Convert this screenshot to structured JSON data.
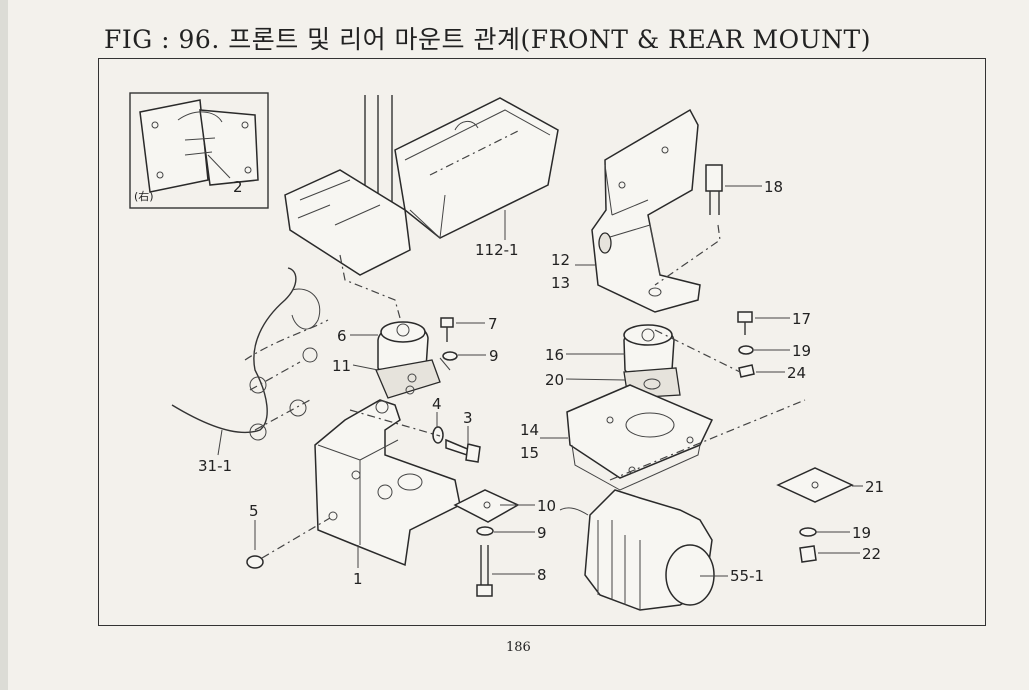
{
  "title": "FIG : 96. 프론트 및 리어 마운트 관계(FRONT & REAR MOUNT)",
  "page_number": "186",
  "inset_label": "(右)",
  "callouts": [
    "2",
    "112-1",
    "18",
    "12",
    "13",
    "7",
    "9",
    "6",
    "11",
    "17",
    "19",
    "16",
    "20",
    "24",
    "4",
    "3",
    "14",
    "15",
    "31-1",
    "21",
    "5",
    "10",
    "9",
    "19",
    "22",
    "8",
    "55-1",
    "1"
  ]
}
